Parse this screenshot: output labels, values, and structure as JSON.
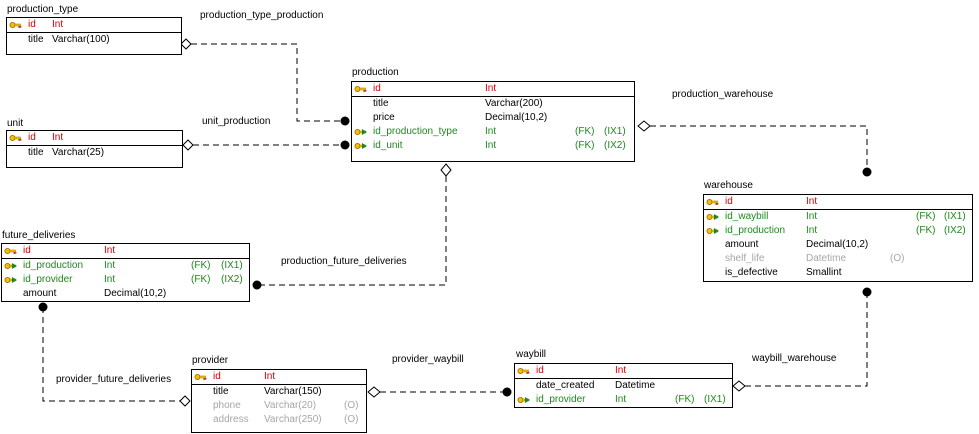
{
  "entities": {
    "production_type": {
      "name": "production_type",
      "columns": [
        {
          "name": "id",
          "type": "Int",
          "kind": "pk"
        },
        {
          "name": "title",
          "type": "Varchar(100)",
          "kind": "normal"
        }
      ]
    },
    "unit": {
      "name": "unit",
      "columns": [
        {
          "name": "id",
          "type": "Int",
          "kind": "pk"
        },
        {
          "name": "title",
          "type": "Varchar(25)",
          "kind": "normal"
        }
      ]
    },
    "production": {
      "name": "production",
      "columns": [
        {
          "name": "id",
          "type": "Int",
          "kind": "pk"
        },
        {
          "name": "title",
          "type": "Varchar(200)",
          "kind": "normal"
        },
        {
          "name": "price",
          "type": "Decimal(10,2)",
          "kind": "normal"
        },
        {
          "name": "id_production_type",
          "type": "Int",
          "kind": "fk",
          "fk": "(FK)",
          "ix": "(IX1)"
        },
        {
          "name": "id_unit",
          "type": "Int",
          "kind": "fk",
          "fk": "(FK)",
          "ix": "(IX2)"
        }
      ]
    },
    "warehouse": {
      "name": "warehouse",
      "columns": [
        {
          "name": "id",
          "type": "Int",
          "kind": "pk"
        },
        {
          "name": "id_waybill",
          "type": "Int",
          "kind": "fk",
          "fk": "(FK)",
          "ix": "(IX1)"
        },
        {
          "name": "id_production",
          "type": "Int",
          "kind": "fk",
          "fk": "(FK)",
          "ix": "(IX2)"
        },
        {
          "name": "amount",
          "type": "Decimal(10,2)",
          "kind": "normal"
        },
        {
          "name": "shelf_life",
          "type": "Datetime",
          "kind": "optional",
          "fk": "(O)"
        },
        {
          "name": "is_defective",
          "type": "Smallint",
          "kind": "normal"
        }
      ]
    },
    "future_deliveries": {
      "name": "future_deliveries",
      "columns": [
        {
          "name": "id",
          "type": "Int",
          "kind": "pk"
        },
        {
          "name": "id_production",
          "type": "Int",
          "kind": "fk",
          "fk": "(FK)",
          "ix": "(IX1)"
        },
        {
          "name": "id_provider",
          "type": "Int",
          "kind": "fk",
          "fk": "(FK)",
          "ix": "(IX2)"
        },
        {
          "name": "amount",
          "type": "Decimal(10,2)",
          "kind": "normal"
        }
      ]
    },
    "provider": {
      "name": "provider",
      "columns": [
        {
          "name": "id",
          "type": "Int",
          "kind": "pk"
        },
        {
          "name": "title",
          "type": "Varchar(150)",
          "kind": "normal"
        },
        {
          "name": "phone",
          "type": "Varchar(20)",
          "kind": "optional",
          "fk": "(O)"
        },
        {
          "name": "address",
          "type": "Varchar(250)",
          "kind": "optional",
          "fk": "(O)"
        }
      ]
    },
    "waybill": {
      "name": "waybill",
      "columns": [
        {
          "name": "id",
          "type": "Int",
          "kind": "pk"
        },
        {
          "name": "date_created",
          "type": "Datetime",
          "kind": "normal"
        },
        {
          "name": "id_provider",
          "type": "Int",
          "kind": "fk",
          "fk": "(FK)",
          "ix": "(IX1)"
        }
      ]
    }
  },
  "relationships": {
    "production_type_production": "production_type_production",
    "unit_production": "unit_production",
    "production_warehouse": "production_warehouse",
    "production_future_deliveries": "production_future_deliveries",
    "provider_future_deliveries": "provider_future_deliveries",
    "provider_waybill": "provider_waybill",
    "waybill_warehouse": "waybill_warehouse"
  },
  "colors": {
    "primary_key": "#d40000",
    "foreign_key": "#1b8a1b",
    "optional": "#a6a6a6",
    "line": "#000000"
  },
  "icons": {
    "primary_key": "key-icon",
    "foreign_key": "key-arrow-icon"
  }
}
